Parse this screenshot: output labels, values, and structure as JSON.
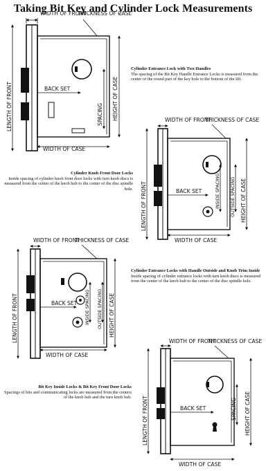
{
  "title": "Taking Bit Key and Cylinder Lock Measurements",
  "labels": {
    "width_of_front": "WIDTH OF FRONT",
    "thickness_of_case": "THICKNESS OF CASE",
    "length_of_front": "LENGTH OF FRONT",
    "back_set": "BACK SET",
    "spacing": "SPACING",
    "height_of_case": "HEIGHT OF CASE",
    "width_of_case": "WIDTH OF CASE",
    "inside_spacing": "INSIDE SPACING",
    "outside_spacing": "OUTSIDE SPACING"
  },
  "captions": [
    {
      "head": "Cylinder Entrance Lock with Two Handles",
      "body": "The spacing of the Bit Key Handle Entrance Locks is measured from the center of the round part of the key hole to the bottom of the lift."
    },
    {
      "head": "Cylinder Knob Front Door Locks",
      "body": "Inside spacing of cylinder knob front door locks with turn knob discs is measured from the center of the knob hub to the center of the disc spindle hole."
    },
    {
      "head": "Cylinder Entrance Locks with Handle Outside and Knob Trim Inside",
      "body": "Inside spacing of cylinder entrance locks with turn knob discs is measured from the center of the knob hub to the center of the disc spindle hole."
    },
    {
      "head": "Bit Key Inside Locks & Bit Key Front Door Locks",
      "body": "Spacings of bits and communicating locks are measured from the centers of the knob hub and the turn knob hub."
    }
  ]
}
